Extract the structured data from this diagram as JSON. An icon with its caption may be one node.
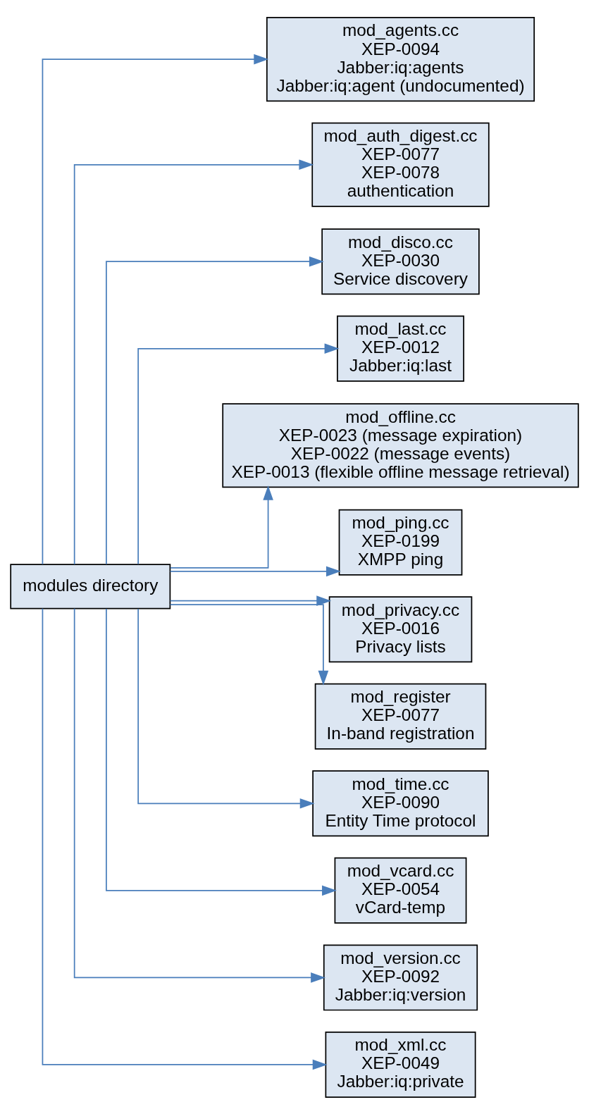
{
  "diagram": {
    "nodes": [
      {
        "text": [
          "modules directory"
        ]
      },
      {
        "text": [
          "mod_agents.cc",
          "XEP-0094",
          "Jabber:iq:agents",
          "Jabber:iq:agent (undocumented)"
        ]
      },
      {
        "text": [
          "mod_auth_digest.cc",
          "XEP-0077",
          "XEP-0078",
          "authentication"
        ]
      },
      {
        "text": [
          "mod_disco.cc",
          "XEP-0030",
          "Service discovery"
        ]
      },
      {
        "text": [
          "mod_last.cc",
          "XEP-0012",
          "Jabber:iq:last"
        ]
      },
      {
        "text": [
          "mod_offline.cc",
          "XEP-0023 (message expiration)",
          "XEP-0022 (message events)",
          "XEP-0013 (flexible offline message retrieval)"
        ]
      },
      {
        "text": [
          "mod_ping.cc",
          "XEP-0199",
          "XMPP ping"
        ]
      },
      {
        "text": [
          "mod_privacy.cc",
          "XEP-0016",
          "Privacy lists"
        ]
      },
      {
        "text": [
          "mod_register",
          "XEP-0077",
          "In-band registration"
        ]
      },
      {
        "text": [
          "mod_time.cc",
          "XEP-0090",
          "Entity Time protocol"
        ]
      },
      {
        "text": [
          "mod_vcard.cc",
          "XEP-0054",
          "vCard-temp"
        ]
      },
      {
        "text": [
          "mod_version.cc",
          "XEP-0092",
          "Jabber:iq:version"
        ]
      },
      {
        "text": [
          "mod_xml.cc",
          "XEP-0049",
          "Jabber:iq:private"
        ]
      }
    ],
    "edges": [
      {
        "from": 0,
        "to": 1,
        "arrow": "to"
      },
      {
        "from": 0,
        "to": 2,
        "arrow": "to"
      },
      {
        "from": 0,
        "to": 3,
        "arrow": "to"
      },
      {
        "from": 0,
        "to": 4,
        "arrow": "to"
      },
      {
        "from": 0,
        "to": 5,
        "arrow": "to"
      },
      {
        "from": 0,
        "to": 6,
        "arrow": "to"
      },
      {
        "from": 0,
        "to": 7,
        "arrow": "to"
      },
      {
        "from": 0,
        "to": 8,
        "arrow": "to"
      },
      {
        "from": 0,
        "to": 9,
        "arrow": "to"
      },
      {
        "from": 0,
        "to": 10,
        "arrow": "to"
      },
      {
        "from": 0,
        "to": 11,
        "arrow": "to"
      },
      {
        "from": 0,
        "to": 12,
        "arrow": "to"
      }
    ]
  }
}
